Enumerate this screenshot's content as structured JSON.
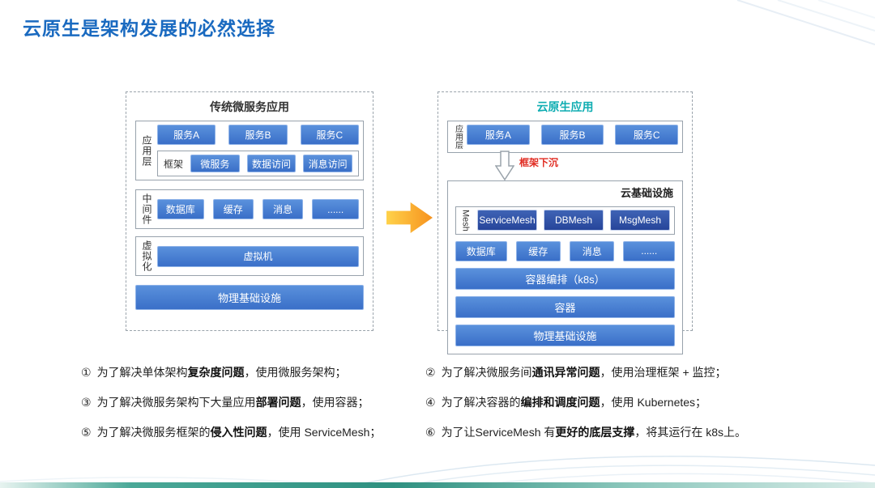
{
  "slide": {
    "title": "云原生是架构发展的必然选择"
  },
  "left_panel": {
    "title": "传统微服务应用",
    "app_layer_label": "应用层",
    "services": [
      "服务A",
      "服务B",
      "服务C"
    ],
    "framework_label": "框架",
    "framework_items": [
      "微服务",
      "数据访问",
      "消息访问"
    ],
    "middleware_label": "中间件",
    "middleware_items": [
      "数据库",
      "缓存",
      "消息",
      "......"
    ],
    "virtualization_label": "虚拟化",
    "vm": "虚拟机",
    "physical": "物理基础设施"
  },
  "right_panel": {
    "title": "云原生应用",
    "app_layer_label": "应用层",
    "services": [
      "服务A",
      "服务B",
      "服务C"
    ],
    "sink_label": "框架下沉",
    "cloud_title": "云基础设施",
    "mesh_label": "Mesh",
    "mesh_items": [
      "ServiceMesh",
      "DBMesh",
      "MsgMesh"
    ],
    "middleware_items": [
      "数据库",
      "缓存",
      "消息",
      "......"
    ],
    "k8s_row": "容器编排（k8s）",
    "container_row": "容器",
    "physical": "物理基础设施"
  },
  "notes": [
    {
      "num": "①",
      "pre": "为了解决单体架构",
      "bold": "复杂度问题",
      "post": "，使用微服务架构；"
    },
    {
      "num": "②",
      "pre": "为了解决微服务间",
      "bold": "通讯异常问题",
      "post": "，使用治理框架 + 监控；"
    },
    {
      "num": "③",
      "pre": "为了解决微服务架构下大量应用",
      "bold": "部署问题",
      "post": "，使用容器；"
    },
    {
      "num": "④",
      "pre": "为了解决容器的",
      "bold": "编排和调度问题",
      "post": "，使用 Kubernetes；"
    },
    {
      "num": "⑤",
      "pre": "为了解决微服务框架的",
      "bold": "侵入性问题",
      "post": "，使用 ServiceMesh；"
    },
    {
      "num": "⑥",
      "pre": "为了让ServiceMesh 有",
      "bold": "更好的底层支撑",
      "post": "，将其运行在 k8s上。"
    }
  ],
  "colors": {
    "title-blue": "#1a6ac0",
    "chip-top": "#5a91dc",
    "chip-bottom": "#3a6fc8",
    "chip-border": "#8fb3e8",
    "mesh-blue": "#2b4da0",
    "teal": "#0fadb2",
    "red": "#e02a20",
    "arrow-start": "#ffd24a",
    "arrow-end": "#f6921e",
    "note-text": "#222222"
  }
}
